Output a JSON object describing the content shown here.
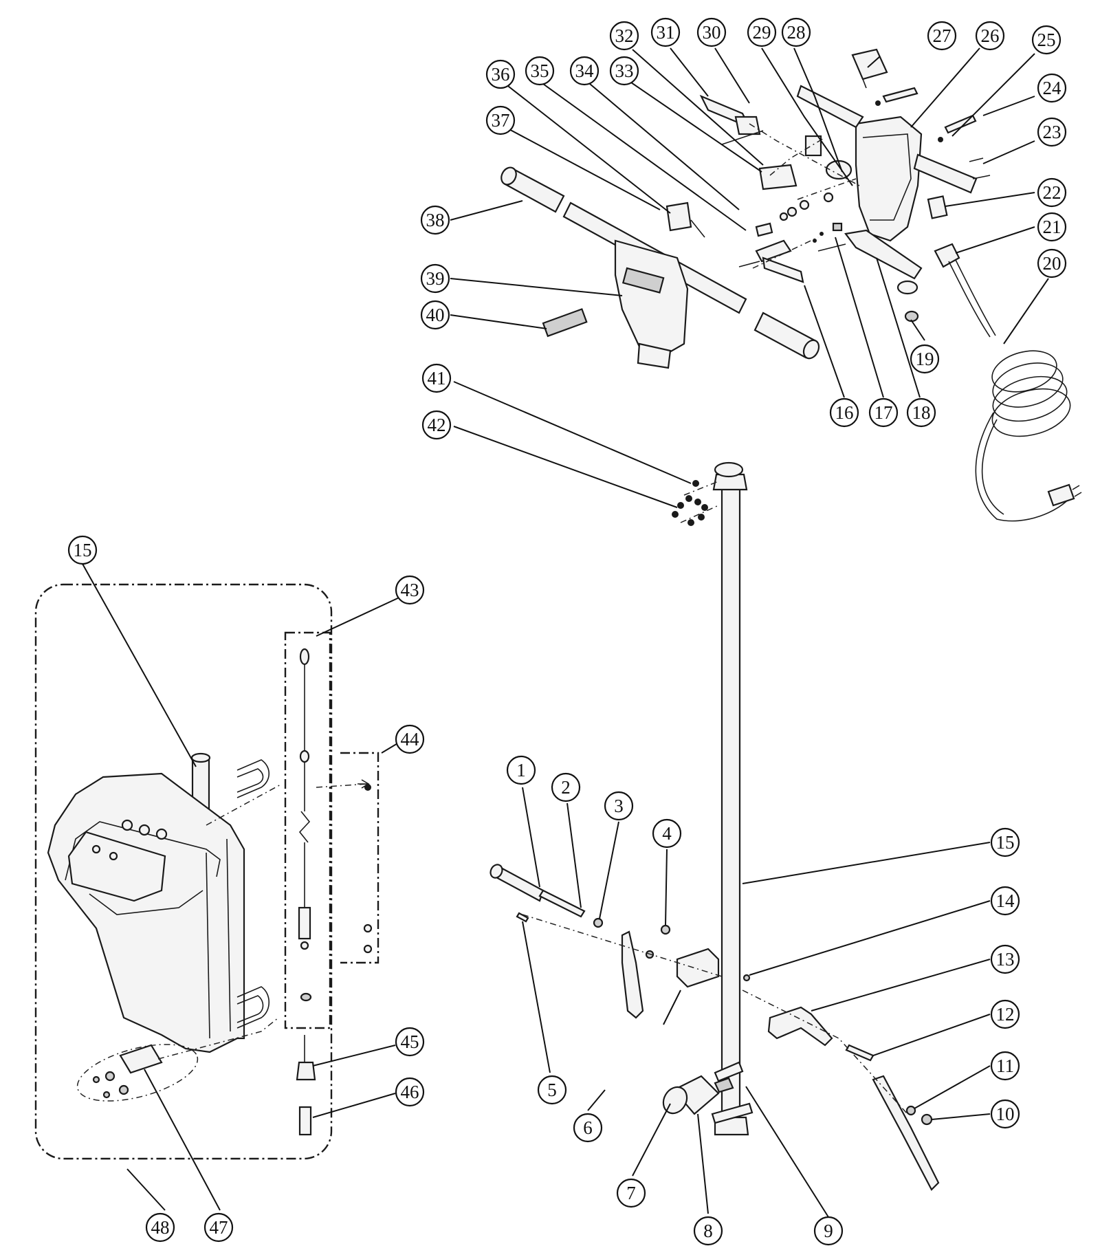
{
  "diagram": {
    "callout_numbers": [
      "1",
      "2",
      "3",
      "4",
      "5",
      "6",
      "7",
      "8",
      "9",
      "10",
      "11",
      "12",
      "13",
      "14",
      "15",
      "16",
      "17",
      "18",
      "19",
      "20",
      "21",
      "22",
      "23",
      "24",
      "25",
      "26",
      "27",
      "28",
      "29",
      "30",
      "31",
      "32",
      "33",
      "34",
      "35",
      "36",
      "37",
      "38",
      "39",
      "40",
      "41",
      "42",
      "43",
      "44",
      "45",
      "46",
      "47",
      "48"
    ],
    "repeated_callout": "15",
    "colors": {
      "line": "#1a1a1a",
      "background": "#ffffff",
      "shade": "#cfcfcf"
    }
  }
}
